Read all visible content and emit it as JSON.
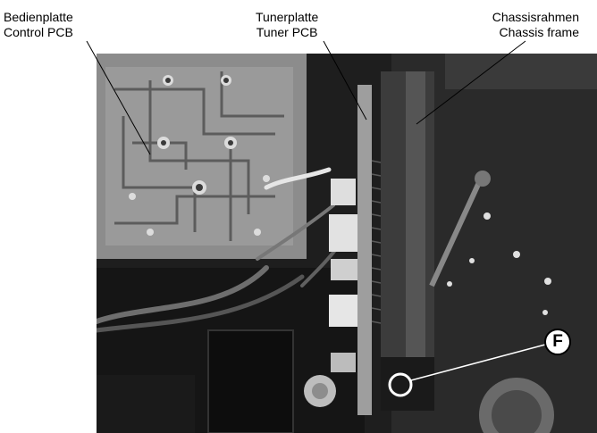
{
  "labels": {
    "control_pcb": {
      "line1": "Bedienplatte",
      "line2": "Control PCB"
    },
    "tuner_pcb": {
      "line1": "Tunerplatte",
      "line2": "Tuner PCB"
    },
    "chassis_frame": {
      "line1": "Chassisrahmen",
      "line2": "Chassis frame"
    }
  },
  "marker": {
    "letter": "F"
  },
  "colors": {
    "background": "#ffffff",
    "photo_dark": "#1e1e1e",
    "pcb_gray": "#8a8a8a",
    "leader_line": "#000000",
    "highlight_circle": "#ffffff"
  }
}
